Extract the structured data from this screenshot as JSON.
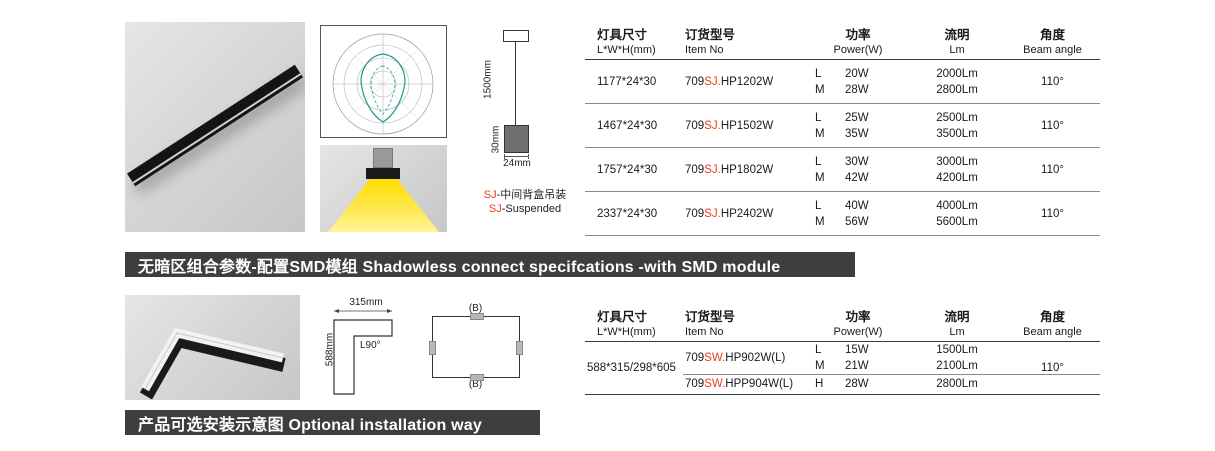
{
  "colors": {
    "accent_red": "#e8401c",
    "banner_bg": "#3e3e3e"
  },
  "banners": {
    "smd": "无暗区组合参数-配置SMD模组 Shadowless connect specifcations -with SMD module",
    "install": "产品可选安装示意图 Optional installation way"
  },
  "suspension": {
    "dim_height": "1500mm",
    "dim_body": "30mm",
    "dim_width": "24mm",
    "caption_cn_prefix": "SJ",
    "caption_cn_rest": "-中间背盒吊装",
    "caption_en_prefix": "SJ",
    "caption_en_rest": "-Suspended"
  },
  "corner": {
    "dim_width": "315mm",
    "dim_height": "588mm",
    "angle": "L90°",
    "label_top": "(B)",
    "label_bottom": "(B)"
  },
  "headers": {
    "size_cn": "灯具尺寸",
    "size_en": "L*W*H(mm)",
    "item_cn": "订货型号",
    "item_en": "Item No",
    "power_cn": "功率",
    "power_en": "Power(W)",
    "lumen_cn": "流明",
    "lumen_en": "Lm",
    "angle_cn": "角度",
    "angle_en": "Beam angle"
  },
  "table1": {
    "rows": [
      {
        "size": "1177*24*30",
        "item_prefix": "709",
        "item_red": "SJ.",
        "item_rest": "HP1202W",
        "p1_level": "L",
        "p1_watt": "20W",
        "p1_lm": "2000Lm",
        "p2_level": "M",
        "p2_watt": "28W",
        "p2_lm": "2800Lm",
        "angle": "110°"
      },
      {
        "size": "1467*24*30",
        "item_prefix": "709",
        "item_red": "SJ.",
        "item_rest": "HP1502W",
        "p1_level": "L",
        "p1_watt": "25W",
        "p1_lm": "2500Lm",
        "p2_level": "M",
        "p2_watt": "35W",
        "p2_lm": "3500Lm",
        "angle": "110°"
      },
      {
        "size": "1757*24*30",
        "item_prefix": "709",
        "item_red": "SJ.",
        "item_rest": "HP1802W",
        "p1_level": "L",
        "p1_watt": "30W",
        "p1_lm": "3000Lm",
        "p2_level": "M",
        "p2_watt": "42W",
        "p2_lm": "4200Lm",
        "angle": "110°"
      },
      {
        "size": "2337*24*30",
        "item_prefix": "709",
        "item_red": "SJ.",
        "item_rest": "HP2402W",
        "p1_level": "L",
        "p1_watt": "40W",
        "p1_lm": "4000Lm",
        "p2_level": "M",
        "p2_watt": "56W",
        "p2_lm": "5600Lm",
        "angle": "110°"
      }
    ]
  },
  "table2": {
    "size": "588*315/298*605",
    "item1_prefix": "709",
    "item1_red": "SW.",
    "item1_rest": "HP902W(L)",
    "item2_prefix": "709",
    "item2_red": "SW.",
    "item2_rest": "HPP904W(L)",
    "rows": [
      {
        "level": "L",
        "watt": "15W",
        "lm": "1500Lm"
      },
      {
        "level": "M",
        "watt": "21W",
        "lm": "2100Lm"
      },
      {
        "level": "H",
        "watt": "28W",
        "lm": "2800Lm"
      }
    ],
    "angle": "110°"
  }
}
